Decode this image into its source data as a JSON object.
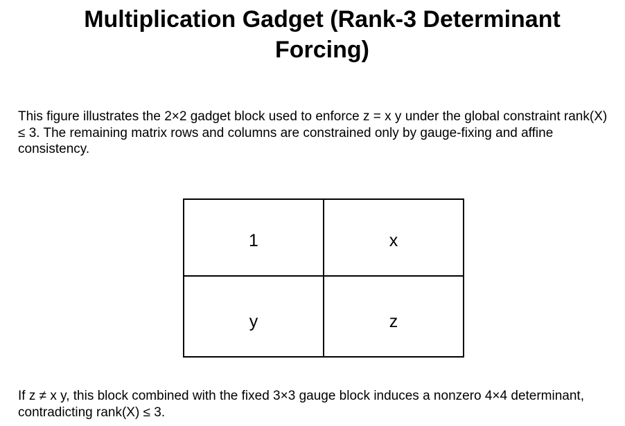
{
  "document": {
    "title": "Multiplication Gadget (Rank-3 Determinant Forcing)",
    "intro": "This figure illustrates the 2×2 gadget block used to enforce z = x y under the global constraint rank(X) ≤ 3. The remaining matrix rows and columns are constrained only by gauge-fixing and affine consistency.",
    "matrix": {
      "rows": [
        [
          "1",
          "x"
        ],
        [
          "y",
          "z"
        ]
      ]
    },
    "outro": "If z ≠ x y, this block combined with the fixed 3×3 gauge block induces a nonzero 4×4 determinant, contradicting rank(X) ≤ 3."
  }
}
